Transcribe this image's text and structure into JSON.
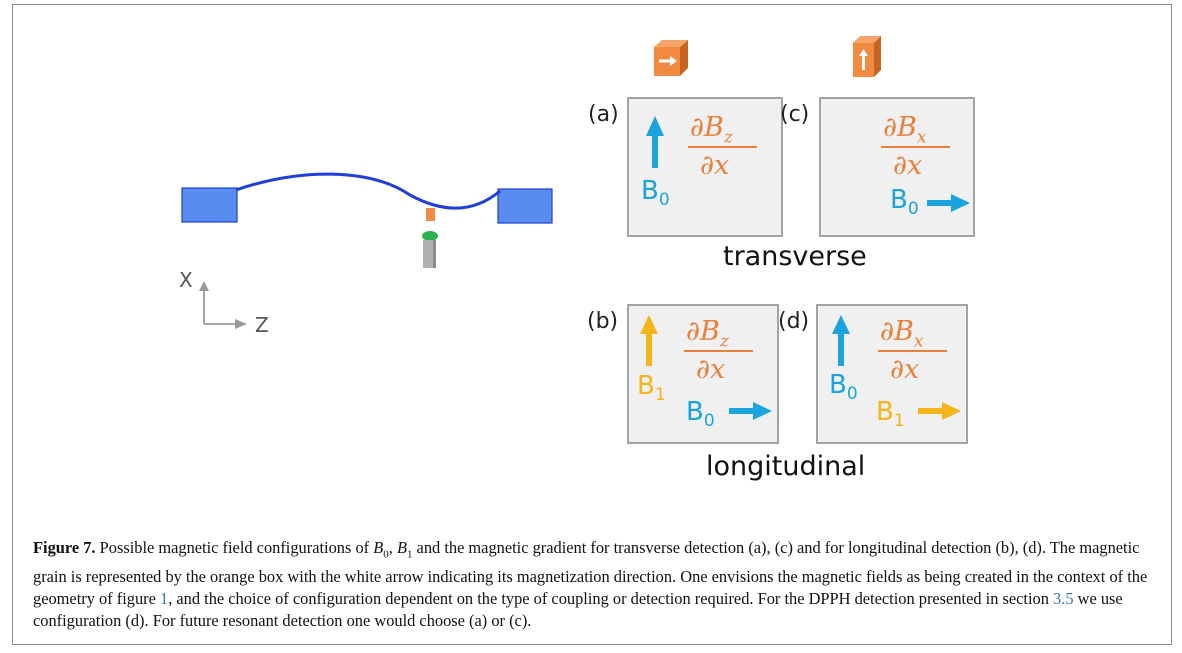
{
  "figure": {
    "panels": {
      "a": {
        "label": "(a)",
        "gradient_num": "∂B",
        "gradient_num_sub": "z",
        "gradient_den": "∂x",
        "field1": "B",
        "field1_sub": "0"
      },
      "b": {
        "label": "(b)",
        "gradient_num": "∂B",
        "gradient_num_sub": "z",
        "gradient_den": "∂x",
        "field1": "B",
        "field1_sub": "1",
        "field2": "B",
        "field2_sub": "0"
      },
      "c": {
        "label": "(c)",
        "gradient_num": "∂B",
        "gradient_num_sub": "x",
        "gradient_den": "∂x",
        "field1": "B",
        "field1_sub": "0"
      },
      "d": {
        "label": "(d)",
        "gradient_num": "∂B",
        "gradient_num_sub": "x",
        "gradient_den": "∂x",
        "field1": "B",
        "field1_sub": "0",
        "field2": "B",
        "field2_sub": "1"
      }
    },
    "group_labels": {
      "transverse": "transverse",
      "longitudinal": "longitudinal"
    },
    "axes": {
      "x": "X",
      "z": "Z"
    },
    "colors": {
      "blue_field": "#1aa3dd",
      "orange_text": "#e8803a",
      "yellow_field": "#f5b41a",
      "cube": "#ef8a40",
      "pad": "#5a8cf0",
      "wire": "#1f3fd6",
      "grain": "#2bb24c"
    }
  },
  "caption": {
    "label": "Figure 7.",
    "text_1": " Possible magnetic field configurations of ",
    "b0": "B",
    "b0_sub": "0",
    "sep": ", ",
    "b1": "B",
    "b1_sub": "1",
    "text_2": " and the magnetic gradient for transverse detection (a), (c) and for longitudinal detection (b), (d). The magnetic grain is represented by the orange box with the white arrow indicating its magnetization direction. One envisions the magnetic fields as being created in the context of the geometry of figure ",
    "fig_ref": "1",
    "text_3": ", and the choice of configuration dependent on the type of coupling or detection required. For the DPPH detection presented in section ",
    "sec_ref": "3.5",
    "text_4": " we use configuration (d). For future resonant detection one would choose (a) or (c)."
  }
}
